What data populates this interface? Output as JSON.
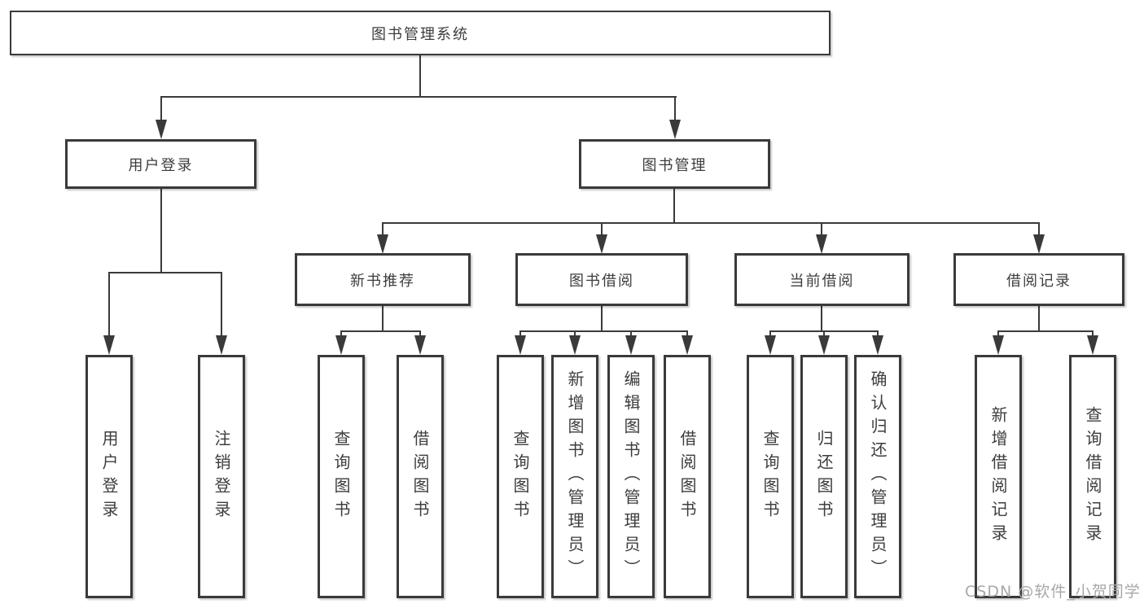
{
  "tree": {
    "label": "图书管理系统",
    "children": [
      {
        "label": "用户登录",
        "children": [
          {
            "label": "用户登录"
          },
          {
            "label": "注销登录"
          }
        ]
      },
      {
        "label": "图书管理",
        "children": [
          {
            "label": "新书推荐",
            "children": [
              {
                "label": "查询图书"
              },
              {
                "label": "借阅图书"
              }
            ]
          },
          {
            "label": "图书借阅",
            "children": [
              {
                "label": "查询图书"
              },
              {
                "label": "新增图书（管理员）"
              },
              {
                "label": "编辑图书（管理员）"
              },
              {
                "label": "借阅图书"
              }
            ]
          },
          {
            "label": "当前借阅",
            "children": [
              {
                "label": "查询图书"
              },
              {
                "label": "归还图书"
              },
              {
                "label": "确认归还（管理员）"
              }
            ]
          },
          {
            "label": "借阅记录",
            "children": [
              {
                "label": "新增借阅记录"
              },
              {
                "label": "查询借阅记录"
              }
            ]
          }
        ]
      }
    ]
  },
  "watermark": {
    "text": "CSDN @软件_小贺同学"
  },
  "colors": {
    "line": "#3a3a3a",
    "box_border": "#3a3a3a",
    "text": "#3d3d3d",
    "watermark": "#a8a8a8",
    "background": "#ffffff"
  }
}
